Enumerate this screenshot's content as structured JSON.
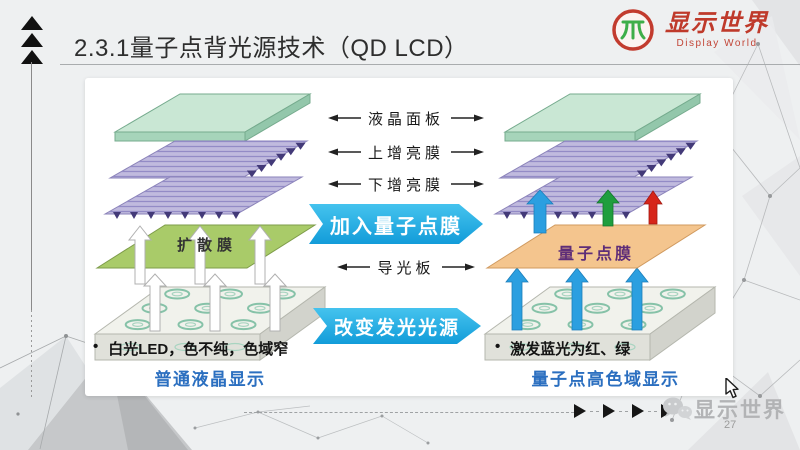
{
  "slide": {
    "title": "2.3.1量子点背光源技术（QD LCD）"
  },
  "logo": {
    "name_cn": "显示世界",
    "name_en": "Display World"
  },
  "diagram": {
    "layer_labels": {
      "lcd_panel": "液晶面板",
      "upper_brightness_film": "上增亮膜",
      "lower_brightness_film": "下增亮膜",
      "light_guide_plate": "导光板"
    },
    "banners": {
      "add_qd_film": "加入量子点膜",
      "change_light_source": "改变发光光源"
    },
    "left_stack": {
      "film_label": "扩散膜",
      "bullet": "白光LED，色不纯，色域窄",
      "caption": "普通液晶显示"
    },
    "right_stack": {
      "film_label": "量子点膜",
      "bullet": "激发蓝光为红、绿",
      "caption": "量子点高色域显示"
    }
  },
  "footer": {
    "watermark": "显示世界",
    "page_number": "27"
  },
  "colors": {
    "banner_blue": "#1ba7e0",
    "caption_blue": "#2b6fc0",
    "qd_film_orange": "#f4c58e",
    "diffusion_green": "#a9cb69",
    "brand_red": "#bf3a2b",
    "brand_green": "#3fae49",
    "arrow_blue": "#2b9fe0",
    "arrow_green": "#1f9e3e",
    "arrow_red": "#d6251a"
  }
}
